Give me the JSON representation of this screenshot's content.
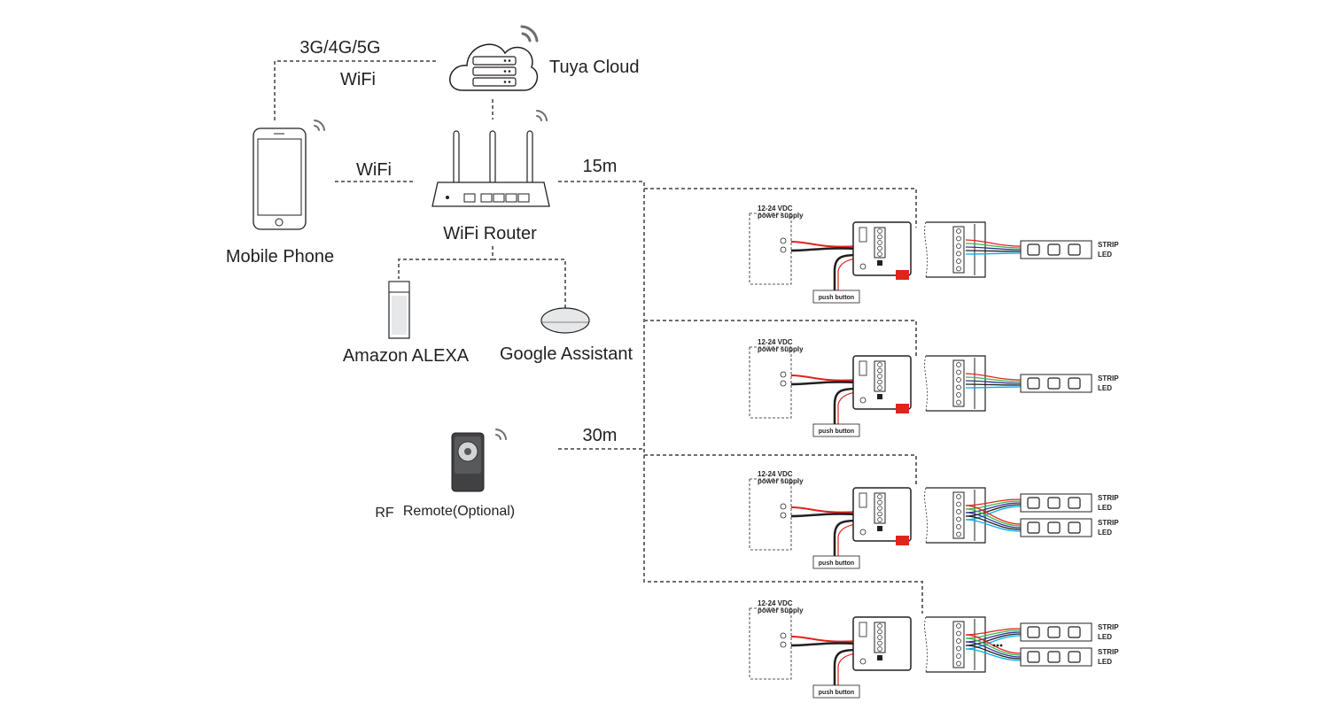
{
  "nodes": {
    "cloud_label": "Tuya Cloud",
    "phone_link_top": "3G/4G/5G",
    "phone_link_bottom": "WiFi",
    "phone_label": "Mobile  Phone",
    "router_link": "WiFi",
    "router_label": "WiFi  Router",
    "alexa_label": "Amazon ALEXA",
    "google_label": "Google Assistant",
    "remote_prefix": "RF",
    "remote_label": "Remote(Optional)",
    "router_distance": "15m",
    "remote_distance": "30m"
  },
  "rows": [
    {
      "power_label_1": "12-24 VDC",
      "power_label_2": "power supply",
      "button_label": "push button",
      "strips": [
        {
          "l1": "STRIP",
          "l2": "LED"
        }
      ]
    },
    {
      "power_label_1": "12-24 VDC",
      "power_label_2": "power supply",
      "button_label": "push button",
      "strips": [
        {
          "l1": "STRIP",
          "l2": "LED"
        }
      ]
    },
    {
      "power_label_1": "12-24 VDC",
      "power_label_2": "power supply",
      "button_label": "push button",
      "strips": [
        {
          "l1": "STRIP",
          "l2": "LED"
        },
        {
          "l1": "STRIP",
          "l2": "LED"
        }
      ]
    },
    {
      "power_label_1": "12-24 VDC",
      "power_label_2": "power supply",
      "button_label": "push button",
      "strips": [
        {
          "l1": "STRIP",
          "l2": "LED"
        },
        {
          "l1": "STRIP",
          "l2": "LED"
        }
      ]
    }
  ],
  "colors": {
    "wire_red": "#e2231a",
    "wire_black": "#231f20",
    "line_gray": "#6d6e71",
    "red_block": "#e2231a"
  }
}
